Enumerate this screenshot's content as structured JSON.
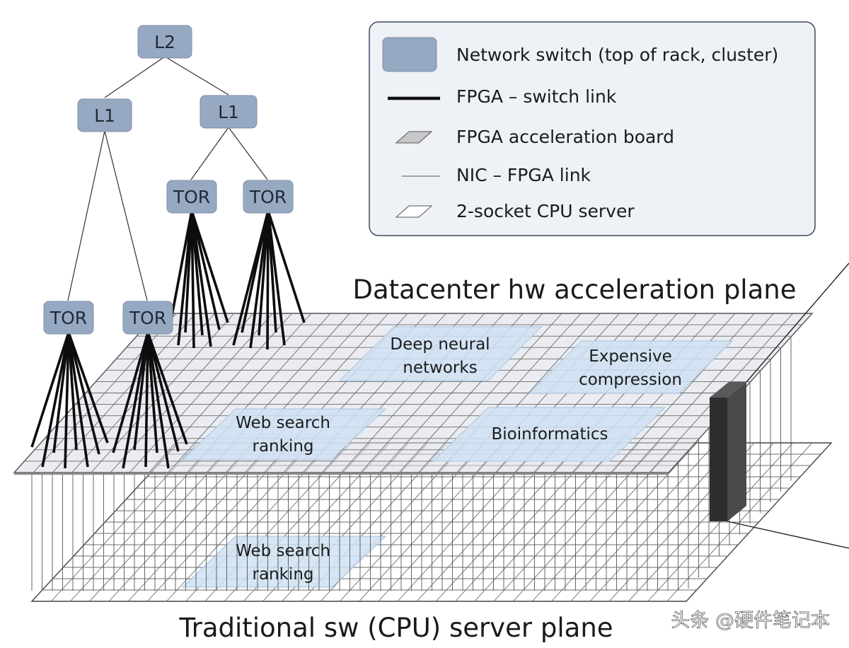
{
  "legend": {
    "items": [
      {
        "icon": "network-switch-icon",
        "label": "Network switch (top of rack, cluster)"
      },
      {
        "icon": "fpga-switch-link-icon",
        "label": "FPGA – switch link"
      },
      {
        "icon": "fpga-board-icon",
        "label": "FPGA acceleration board"
      },
      {
        "icon": "nic-fpga-link-icon",
        "label": "NIC – FPGA link"
      },
      {
        "icon": "cpu-server-icon",
        "label": "2-socket CPU server"
      }
    ]
  },
  "tree": {
    "l2": "L2",
    "l1_left": "L1",
    "l1_right": "L1",
    "tor_1": "TOR",
    "tor_2": "TOR",
    "tor_3": "TOR",
    "tor_4": "TOR"
  },
  "acceleration_plane": {
    "title": "Datacenter hw acceleration plane",
    "regions": {
      "dnn_line1": "Deep neural",
      "dnn_line2": "networks",
      "compression_line1": "Expensive",
      "compression_line2": "compression",
      "web_line1": "Web search",
      "web_line2": "ranking",
      "bio": "Bioinformatics"
    }
  },
  "server_plane": {
    "title": "Traditional sw (CPU) server plane",
    "regions": {
      "web_line1": "Web search",
      "web_line2": "ranking"
    }
  },
  "watermark": "头条 @硬件笔记本",
  "colors": {
    "switch_fill": "#97a9c2",
    "plane_fill": "#d8dde6",
    "region_fill": "#cfe2f3",
    "legend_bg": "#eef1f6"
  }
}
